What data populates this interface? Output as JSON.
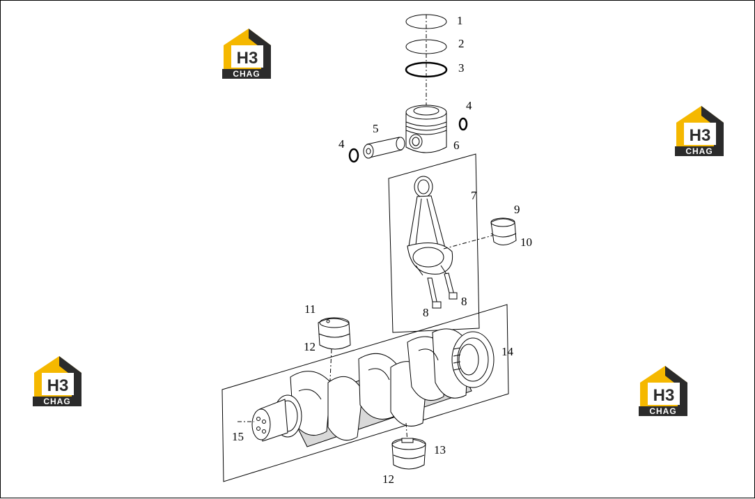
{
  "logo": {
    "wordmark": "CHAG",
    "accent_color": "#f5b800",
    "dark_color": "#2b2b2b"
  },
  "callouts": {
    "c1": "1",
    "c2": "2",
    "c3": "3",
    "c4a": "4",
    "c4b": "4",
    "c5": "5",
    "c6": "6",
    "c7": "7",
    "c8a": "8",
    "c8b": "8",
    "c9": "9",
    "c10": "10",
    "c11": "11",
    "c12a": "12",
    "c12b": "12",
    "c13": "13",
    "c14": "14",
    "c15": "15"
  }
}
